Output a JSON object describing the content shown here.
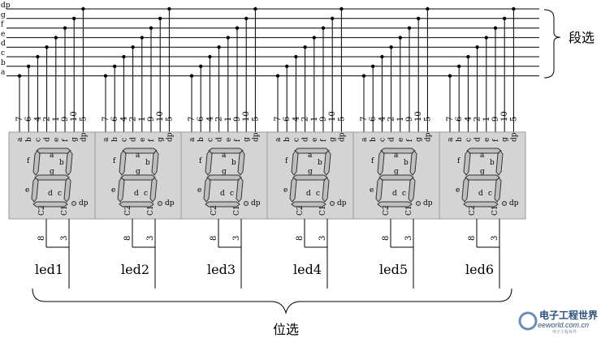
{
  "bus": {
    "lines": [
      "dp",
      "g",
      "f",
      "e",
      "d",
      "c",
      "b",
      "a"
    ],
    "group_label": "段选"
  },
  "digit": {
    "pins_top": [
      "7",
      "6",
      "4",
      "2",
      "1",
      "9",
      "10",
      "5"
    ],
    "pin_labels_top": [
      "a",
      "b",
      "c",
      "d",
      "e",
      "f",
      "g",
      "dp"
    ],
    "segments": {
      "a": "a",
      "b": "b",
      "c": "c",
      "d": "d",
      "e": "e",
      "f": "f",
      "g": "g",
      "dp": "dp"
    },
    "commons": [
      "C2",
      "C1"
    ],
    "bottom_pins": [
      "8",
      "3"
    ]
  },
  "leds": [
    "led1",
    "led2",
    "led3",
    "led4",
    "led5",
    "led6"
  ],
  "position_label": "位选",
  "watermark": {
    "title": "电子工程世界",
    "url": "eeworld.com.cn",
    "tagline": "电子工程世界"
  },
  "colors": {
    "module_bg": "#d4d4d4",
    "segment_fill": "#bfbfbf",
    "line": "#000000"
  }
}
